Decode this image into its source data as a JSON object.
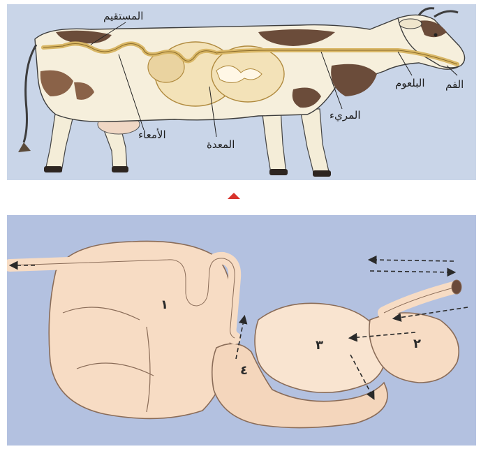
{
  "top_diagram": {
    "labels": {
      "rectum": "المستقيم",
      "intestines": "الأمعاء",
      "stomach": "المعدة",
      "esophagus": "المريء",
      "pharynx": "البلعوم",
      "mouth": "الفم"
    }
  },
  "bottom_diagram": {
    "numbers": {
      "n1": "١",
      "n2": "٢",
      "n3": "٣",
      "n4": "٤"
    }
  },
  "colors": {
    "top_background": "#c9d5e8",
    "bottom_background": "#b3c1e0",
    "stomach_fill": "#f3e2b8",
    "digestive_tube": "#d9b766",
    "divider_arrow": "#d8332c"
  }
}
